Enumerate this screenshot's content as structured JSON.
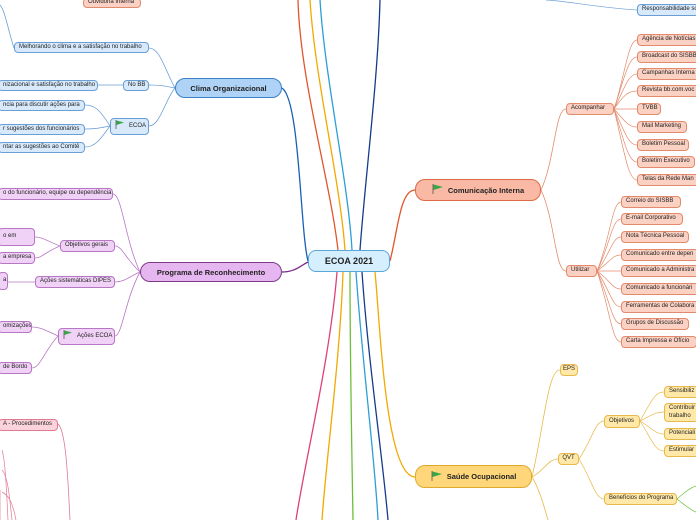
{
  "root": {
    "label": "ECOA 2021"
  },
  "branches": {
    "clima": {
      "label": "Clima Organizacional",
      "melhorando": "Melhorando o clima e a satisfação no trabalho",
      "no_bb": "No BB",
      "no_bb_child": "nizacional e satisfação no trabalho",
      "ecoa": "ECOA",
      "ecoa_children": [
        "ncia para discutir ações para",
        "r sugestões dos funcionários",
        "ntar as sugestões ao Comitê"
      ],
      "top_item": "Ouvidoria Interna"
    },
    "reconhecimento": {
      "label": "Programa de Reconhecimento",
      "top_item": "o do funcionário, equipe ou dependência",
      "objetivos": "Objetivos gerais",
      "objetivos_children": [
        "o em",
        "a empresa"
      ],
      "acoes_dipes": "Ações sistemáticas DIPES",
      "acoes_dipes_child": "a",
      "acoes_ecoa": "Ações ECOA",
      "acoes_ecoa_children": [
        "omizações",
        "de Bordo"
      ]
    },
    "comunicacao": {
      "label": "Comunicação Interna",
      "top_item": "Responsabilidade so",
      "acompanhar": "Acompanhar",
      "acompanhar_items": [
        "Agência de Notícias",
        "Broadcast do SISBB",
        "Campanhas Interna",
        "Revista bb.com.voc",
        "TVBB",
        "Mail Marketing",
        "Boletim Pessoal",
        "Boletim Executivo",
        "Telas da Rede Man"
      ],
      "utilizar": "Utilizar",
      "utilizar_items": [
        "Correio do SISBB",
        "E-mail Corporativo",
        "Nota Técnica Pessoal",
        "Comunicado entre depen",
        "Comunicado a Administra",
        "Comunicado a funcionári",
        "Ferramentas de Colabora",
        "Grupos de Discussão",
        "Carta Impressa e Ofício"
      ]
    },
    "saude": {
      "label": "Saúde Ocupacional",
      "eps": "EPS",
      "qvt": "QVT",
      "objetivos": "Objetivos",
      "objetivos_items": [
        "Sensibiliz",
        "Contribuir trabalho",
        "Potenciali",
        "Estimular"
      ],
      "beneficios": "Benefícios do Programa"
    },
    "pink": {
      "item": "A - Procedimentos"
    }
  },
  "colors": {
    "clima": "#1a5fb4",
    "reconhecimento": "#7a2a8a",
    "comunicacao": "#e0562b",
    "saude": "#f2a900",
    "pink": "#e0407a",
    "teal": "#2a9fd8",
    "green": "#6cbf3a",
    "navy": "#143c8c",
    "flag": "#3aa64a"
  }
}
